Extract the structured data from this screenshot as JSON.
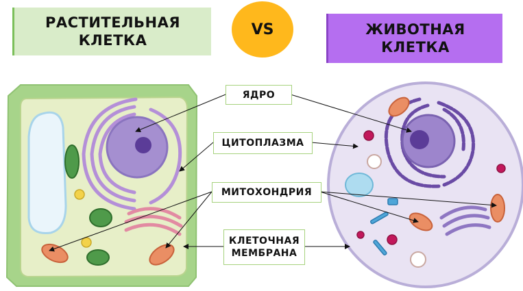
{
  "titles": {
    "plant": "РАСТИТЕЛЬНАЯ\nКЛЕТКА",
    "vs": "VS",
    "animal": "ЖИВОТНАЯ\nКЛЕТКА"
  },
  "labels": {
    "nucleus": "ЯДРО",
    "cytoplasm": "ЦИТОПЛАЗМА",
    "mitochondria": "МИТОХОНДРИЯ",
    "membrane": "КЛЕТОЧНАЯ\nМЕМБРАНА"
  },
  "colors": {
    "plant_title_bg": "#d9ecc9",
    "animal_title_bg": "#b56ef0",
    "vs_badge": "#ffb81c",
    "label_border": "#a6d27d",
    "plant_wall": "#a7d48a",
    "animal_cytoplasm": "#e9e3f3",
    "nucleus": "#a58fd0"
  }
}
